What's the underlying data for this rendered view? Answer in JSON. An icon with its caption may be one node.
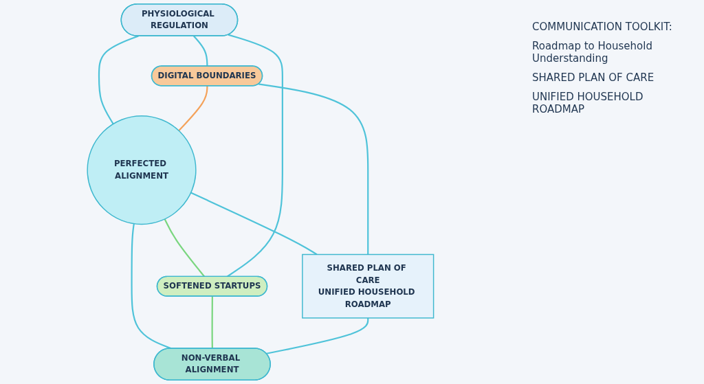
{
  "diagram": {
    "nodes": [
      {
        "text": [
          "PHYSIOLOGICAL REGULATION"
        ]
      },
      {
        "text": [
          "DIGITAL BOUNDARIES"
        ]
      },
      {
        "text": [
          "PERFECTED ALIGNMENT"
        ]
      },
      {
        "text": [
          "SOFTENED STARTUPS"
        ]
      },
      {
        "text": [
          "SHARED PLAN OF CARE",
          "UNIFIED HOUSEHOLD ROADMAP"
        ]
      },
      {
        "text": [
          "NON-VERBAL ALIGNMENT"
        ]
      }
    ],
    "edges": [
      {
        "from": 0,
        "to": 2,
        "arrow": "none"
      },
      {
        "from": 1,
        "to": 2,
        "arrow": "none",
        "color": "#f4a25a"
      },
      {
        "from": 2,
        "to": 3,
        "arrow": "none",
        "color": "#7ad67f"
      },
      {
        "from": 2,
        "to": 4,
        "arrow": "none"
      },
      {
        "from": 2,
        "to": 5,
        "arrow": "none"
      },
      {
        "from": 0,
        "to": 1,
        "arrow": "none"
      },
      {
        "from": 0,
        "to": 3,
        "arrow": "none"
      },
      {
        "from": 3,
        "to": 5,
        "arrow": "none",
        "color": "#7ad67f"
      },
      {
        "from": 1,
        "to": 4,
        "arrow": "none"
      },
      {
        "from": 4,
        "to": 5,
        "arrow": "none"
      }
    ],
    "labels": [
      "COMMUNICATION TOOLKIT:",
      "Roadmap to Household Understanding",
      "SHARED PLAN OF CARE",
      "UNIFIED HOUSEHOLD ROADMAP"
    ]
  }
}
